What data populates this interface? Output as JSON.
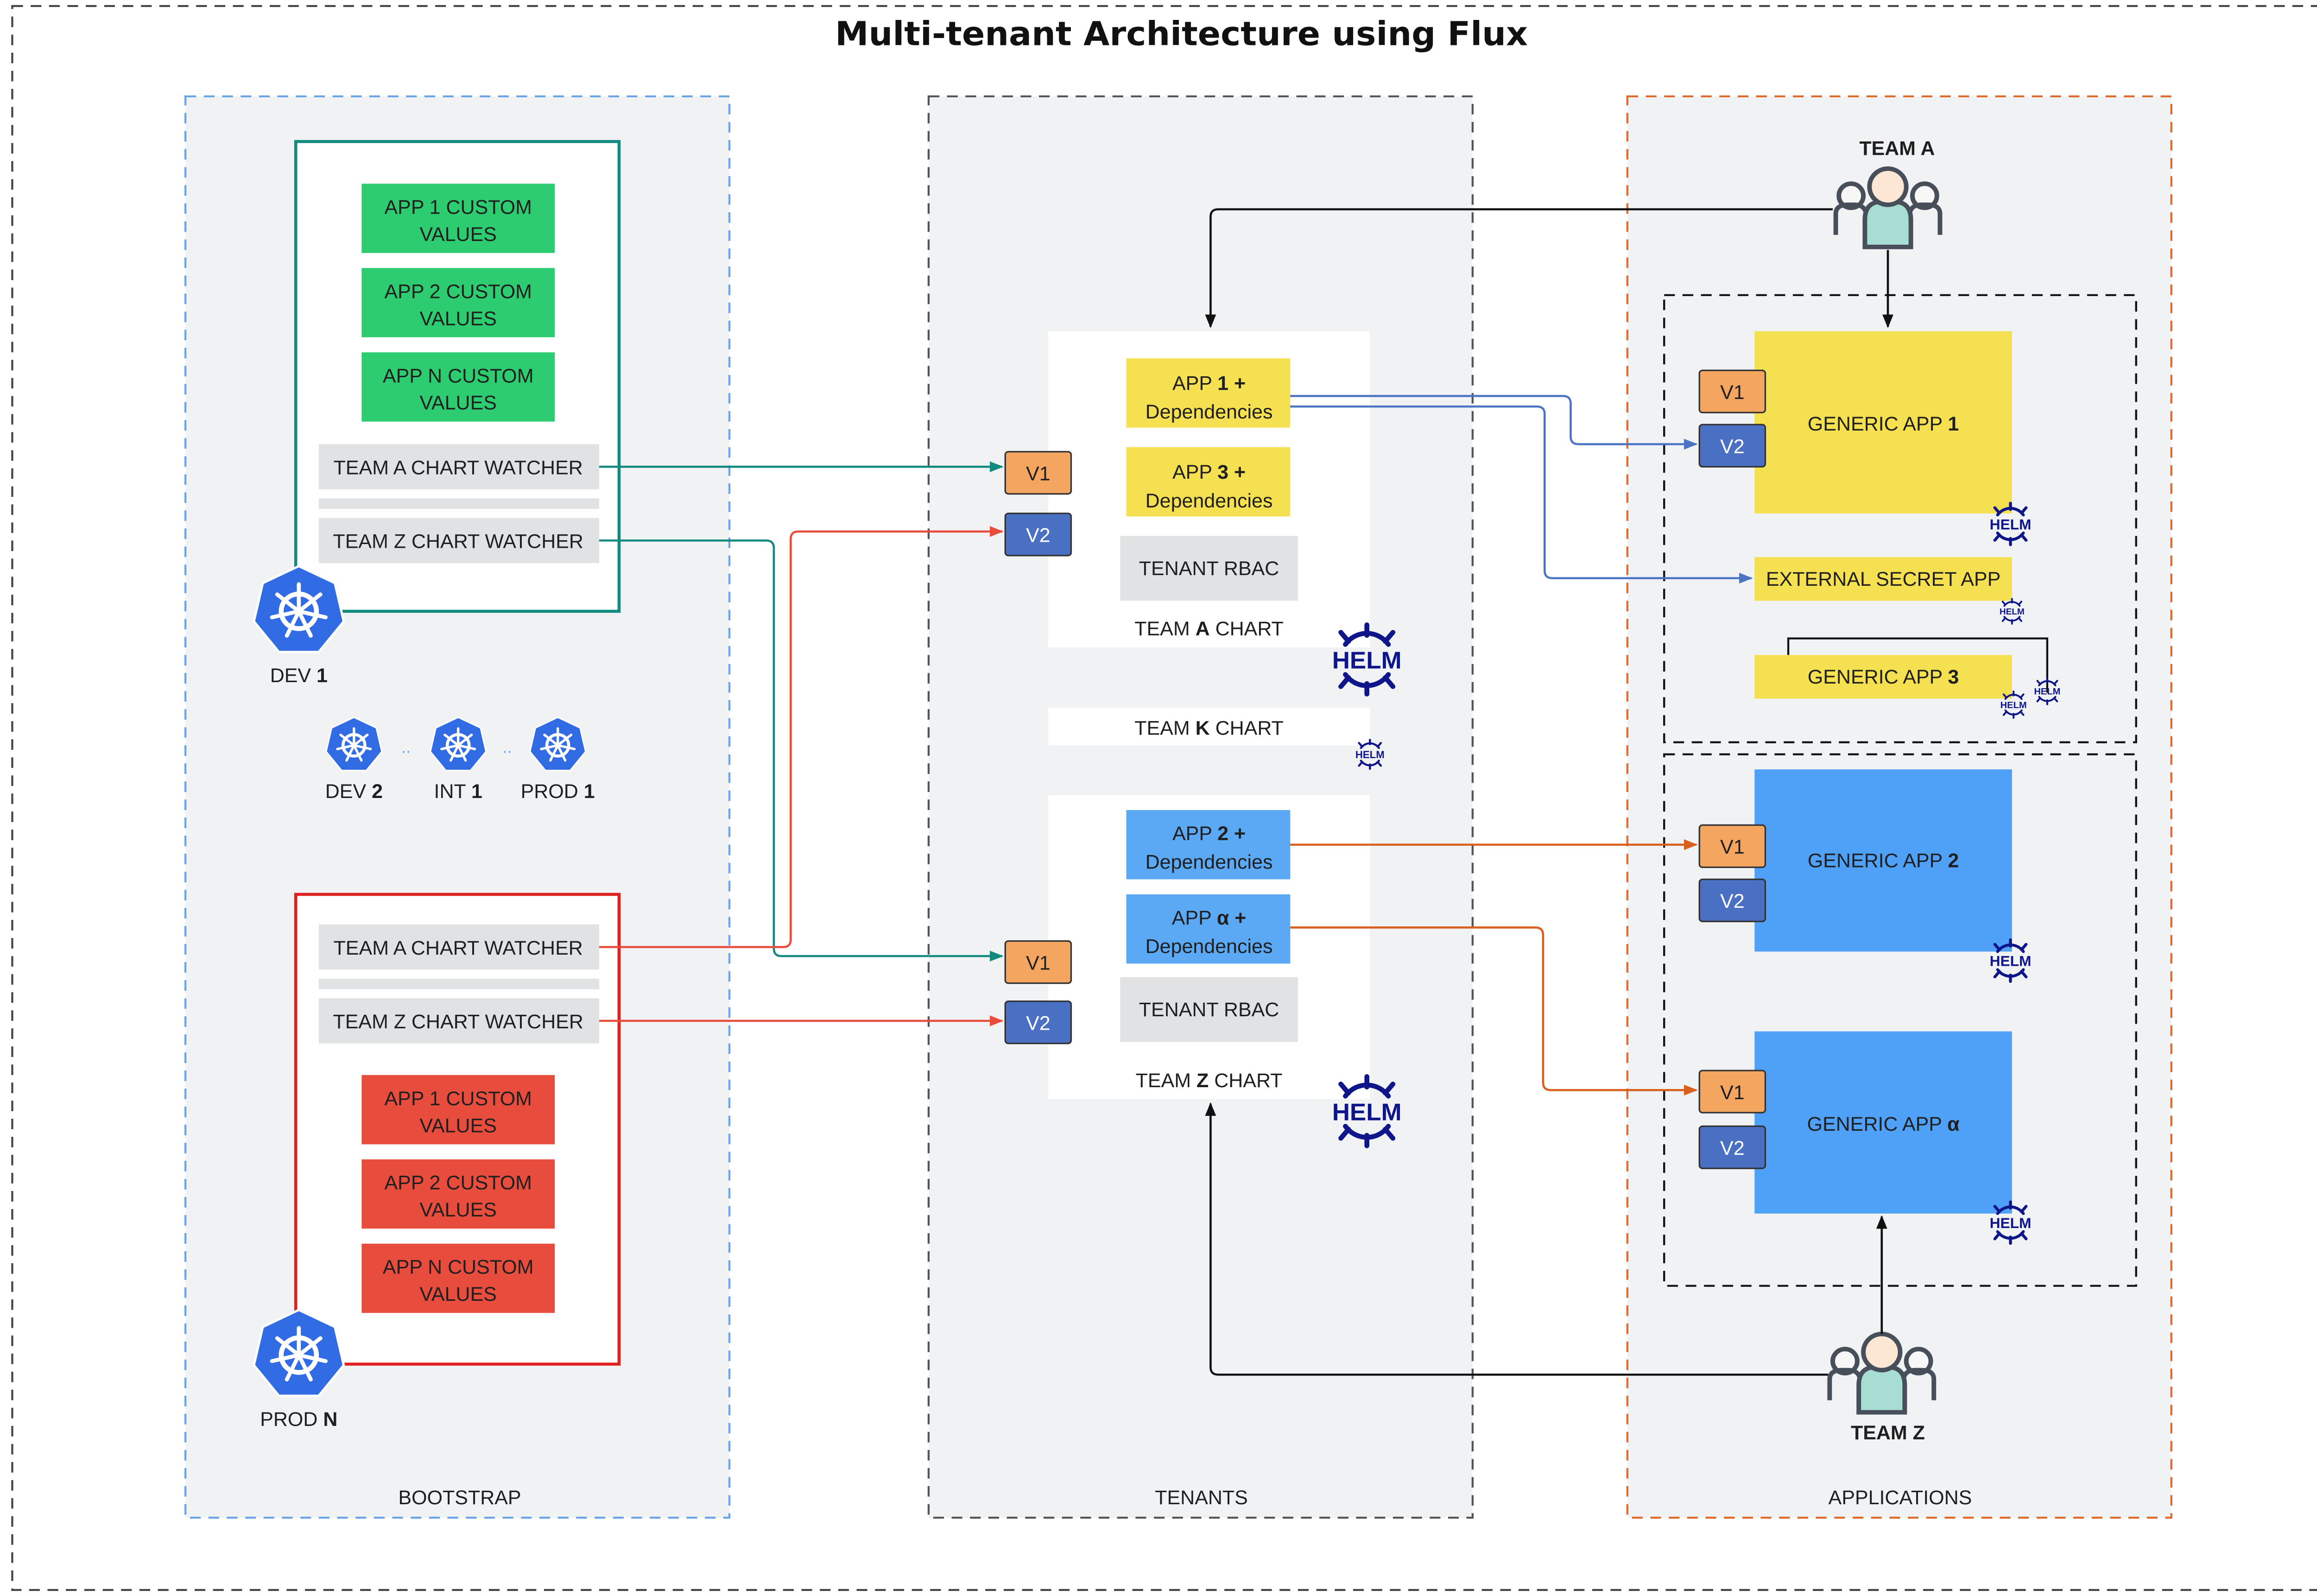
{
  "title": "Multi-tenant Architecture using Flux",
  "sections": {
    "bootstrap": "BOOTSTRAP",
    "tenants": "TENANTS",
    "applications": "APPLICATIONS"
  },
  "bootstrap": {
    "dev_box": {
      "values": [
        [
          "APP 1 CUSTOM",
          "VALUES"
        ],
        [
          "APP 2 CUSTOM",
          "VALUES"
        ],
        [
          "APP N CUSTOM",
          "VALUES"
        ]
      ],
      "watchers": [
        "TEAM A CHART WATCHER",
        "TEAM Z CHART WATCHER"
      ],
      "cluster": {
        "prefix": "DEV ",
        "suffix": "1"
      }
    },
    "clusters": [
      {
        "prefix": "DEV ",
        "suffix": "2"
      },
      {
        "prefix": "INT ",
        "suffix": "1"
      },
      {
        "prefix": "PROD ",
        "suffix": "1"
      }
    ],
    "cluster_separator": "..",
    "prod_box": {
      "watchers": [
        "TEAM A CHART WATCHER",
        "TEAM Z CHART WATCHER"
      ],
      "values": [
        [
          "APP 1 CUSTOM",
          "VALUES"
        ],
        [
          "APP 2 CUSTOM",
          "VALUES"
        ],
        [
          "APP N CUSTOM",
          "VALUES"
        ]
      ],
      "cluster": {
        "prefix": "PROD ",
        "suffix": "N"
      }
    }
  },
  "tenants": {
    "team_a_chart": {
      "apps": [
        {
          "prefix": "APP ",
          "bold": "1 +",
          "line2": "Dependencies"
        },
        {
          "prefix": "APP ",
          "bold": "3 +",
          "line2": "Dependencies"
        }
      ],
      "rbac": "TENANT RBAC",
      "label": {
        "prefix": "TEAM ",
        "bold": "A",
        "suffix": " CHART"
      },
      "versions": [
        "V1",
        "V2"
      ]
    },
    "team_k_chart": {
      "prefix": "TEAM ",
      "bold": "K",
      "suffix": " CHART"
    },
    "team_z_chart": {
      "apps": [
        {
          "prefix": "APP ",
          "bold": "2 +",
          "line2": "Dependencies"
        },
        {
          "prefix": "APP ",
          "bold": "α +",
          "line2": "Dependencies"
        }
      ],
      "rbac": "TENANT RBAC",
      "label": {
        "prefix": "TEAM ",
        "bold": "Z",
        "suffix": " CHART"
      },
      "versions": [
        "V1",
        "V2"
      ]
    }
  },
  "applications": {
    "team_a": "TEAM A",
    "team_z": "TEAM Z",
    "generic_app_1": {
      "prefix": "GENERIC APP ",
      "bold": "1"
    },
    "external_secret": "EXTERNAL SECRET APP",
    "generic_app_3": {
      "prefix": "GENERIC APP ",
      "bold": "3"
    },
    "generic_app_2": {
      "prefix": "GENERIC APP ",
      "bold": "2"
    },
    "generic_app_alpha": {
      "prefix": "GENERIC APP ",
      "bold": "α"
    },
    "versions": [
      "V1",
      "V2"
    ]
  },
  "helm_label": "HELM",
  "icons": {
    "kubernetes": "kubernetes-helm-wheel-icon",
    "helm": "helm-logo-icon",
    "team": "team-users-icon"
  },
  "colors": {
    "green": "#2ECC71",
    "red": "#E84C3D",
    "yellow": "#F4E050",
    "light_blue": "#5BA8F4",
    "bright_blue": "#4FA1F7",
    "v1_orange": "#F4A660",
    "v2_blue": "#4A70C4",
    "teal": "#138A7E",
    "arrow_red": "#E84C3D",
    "arrow_blue": "#4C74C4",
    "arrow_orange": "#D9601C",
    "k8s_blue": "#326CE5",
    "helm_navy": "#0F1689",
    "panel_bg": "#F1F2F4"
  }
}
